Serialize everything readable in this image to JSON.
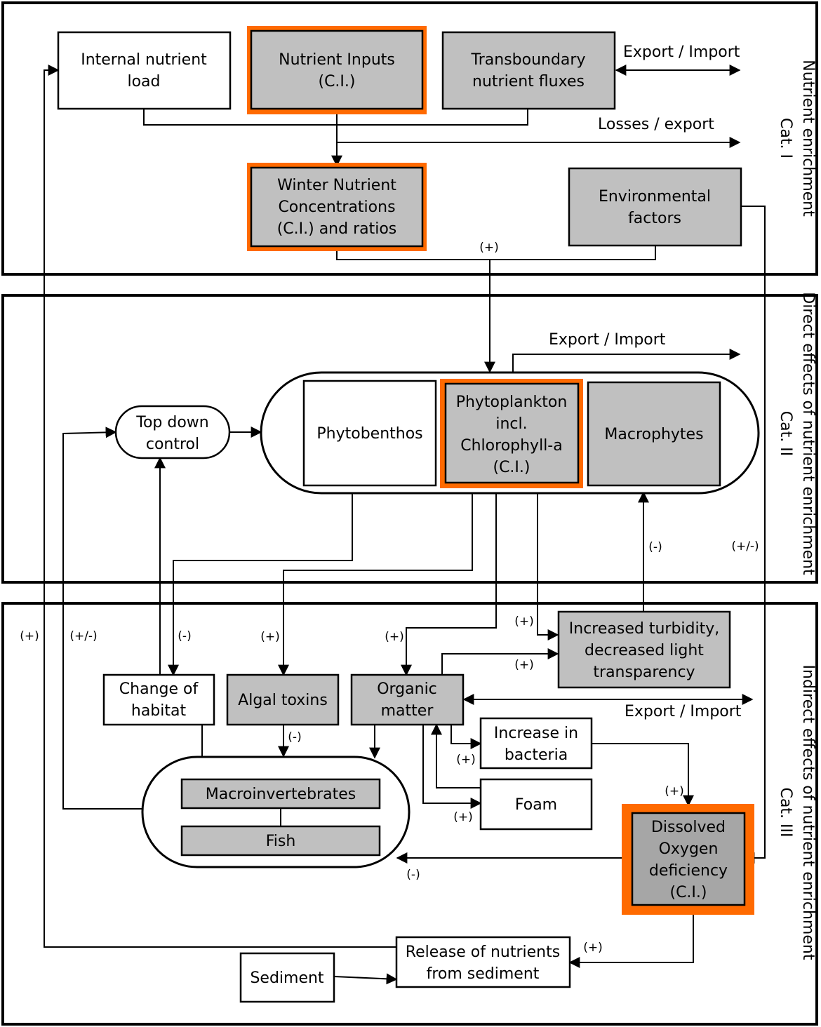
{
  "sections": [
    {
      "label": "Nutrient enrichment",
      "sublabel": "Cat. I"
    },
    {
      "label": "Direct effects of nutrient enrichment",
      "sublabel": "Cat. II"
    },
    {
      "label": "Indirect effects of nutrient enrichment",
      "sublabel": "Cat. III"
    }
  ],
  "boxes": {
    "internal_load": [
      "Internal nutrient",
      "load"
    ],
    "nutrient_inputs": [
      "Nutrient Inputs",
      "(C.I.)"
    ],
    "transboundary": [
      "Transboundary",
      "nutrient fluxes"
    ],
    "winter_nutrients": [
      "Winter Nutrient",
      "Concentrations",
      "(C.I.) and ratios"
    ],
    "environmental": [
      "Environmental",
      "factors"
    ],
    "top_down": [
      "Top down",
      "control"
    ],
    "phytobenthos": [
      "Phytobenthos"
    ],
    "phytoplankton": [
      "Phytoplankton",
      "incl.",
      "Chlorophyll-a",
      "(C.I.)"
    ],
    "macrophytes": [
      "Macrophytes"
    ],
    "turbidity": [
      "Increased turbidity,",
      "decreased light",
      "transparency"
    ],
    "habitat": [
      "Change of",
      "habitat"
    ],
    "algal_toxins": [
      "Algal toxins"
    ],
    "organic_matter": [
      "Organic",
      "matter"
    ],
    "bacteria": [
      "Increase in",
      "bacteria"
    ],
    "foam": [
      "Foam"
    ],
    "macroinvertebrates": [
      "Macroinvertebrates"
    ],
    "fish": [
      "Fish"
    ],
    "oxygen": [
      "Dissolved",
      "Oxygen",
      "deficiency",
      "(C.I.)"
    ],
    "release": [
      "Release of nutrients",
      "from sediment"
    ],
    "sediment": [
      "Sediment"
    ]
  },
  "edge_labels": {
    "export_import_1": "Export / Import",
    "losses_export": "Losses / export",
    "export_import_2": "Export / Import",
    "export_import_3": "Export / Import"
  },
  "signs": {
    "plus": "(+)",
    "minus": "(-)",
    "plus_minus": "(+/-)"
  },
  "colors": {
    "grey_fill": "#c0c0c0",
    "dark_grey_fill": "#a6a6a6",
    "highlight_orange": "#ff6a00",
    "white_fill": "#ffffff"
  }
}
